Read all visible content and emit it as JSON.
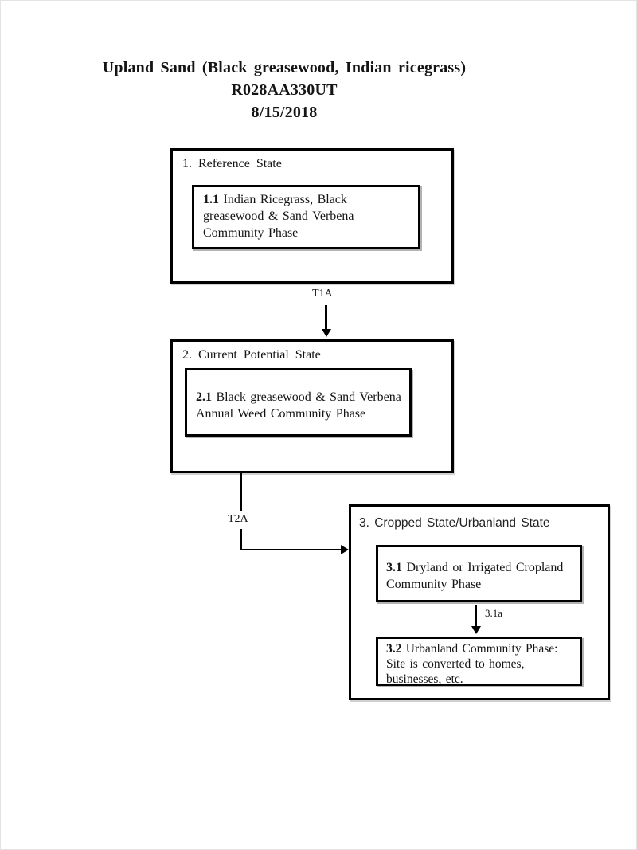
{
  "title": {
    "line1": "Upland Sand (Black greasewood, Indian ricegrass)",
    "line2": "R028AA330UT",
    "line3": "8/15/2018"
  },
  "diagram": {
    "states": [
      {
        "label": "1. Reference State",
        "phases": [
          {
            "number": "1.1",
            "text": "Indian Ricegrass, Black greasewood & Sand Verbena Community Phase"
          }
        ]
      },
      {
        "label": "2. Current Potential State",
        "phases": [
          {
            "number": "2.1",
            "text": "Black greasewood & Sand Verbena Annual Weed Community Phase"
          }
        ]
      },
      {
        "label": "3. Cropped State/Urbanland State",
        "phases": [
          {
            "number": "3.1",
            "text": "Dryland or Irrigated Cropland Community Phase"
          },
          {
            "number": "3.2",
            "text": "Urbanland Community Phase: Site is converted to homes, businesses, etc."
          }
        ]
      }
    ],
    "transitions": [
      {
        "label": "T1A"
      },
      {
        "label": "T2A"
      },
      {
        "label": "3.1a"
      }
    ]
  },
  "colors": {
    "line": "#000000",
    "text": "#141414",
    "background": "#ffffff"
  }
}
